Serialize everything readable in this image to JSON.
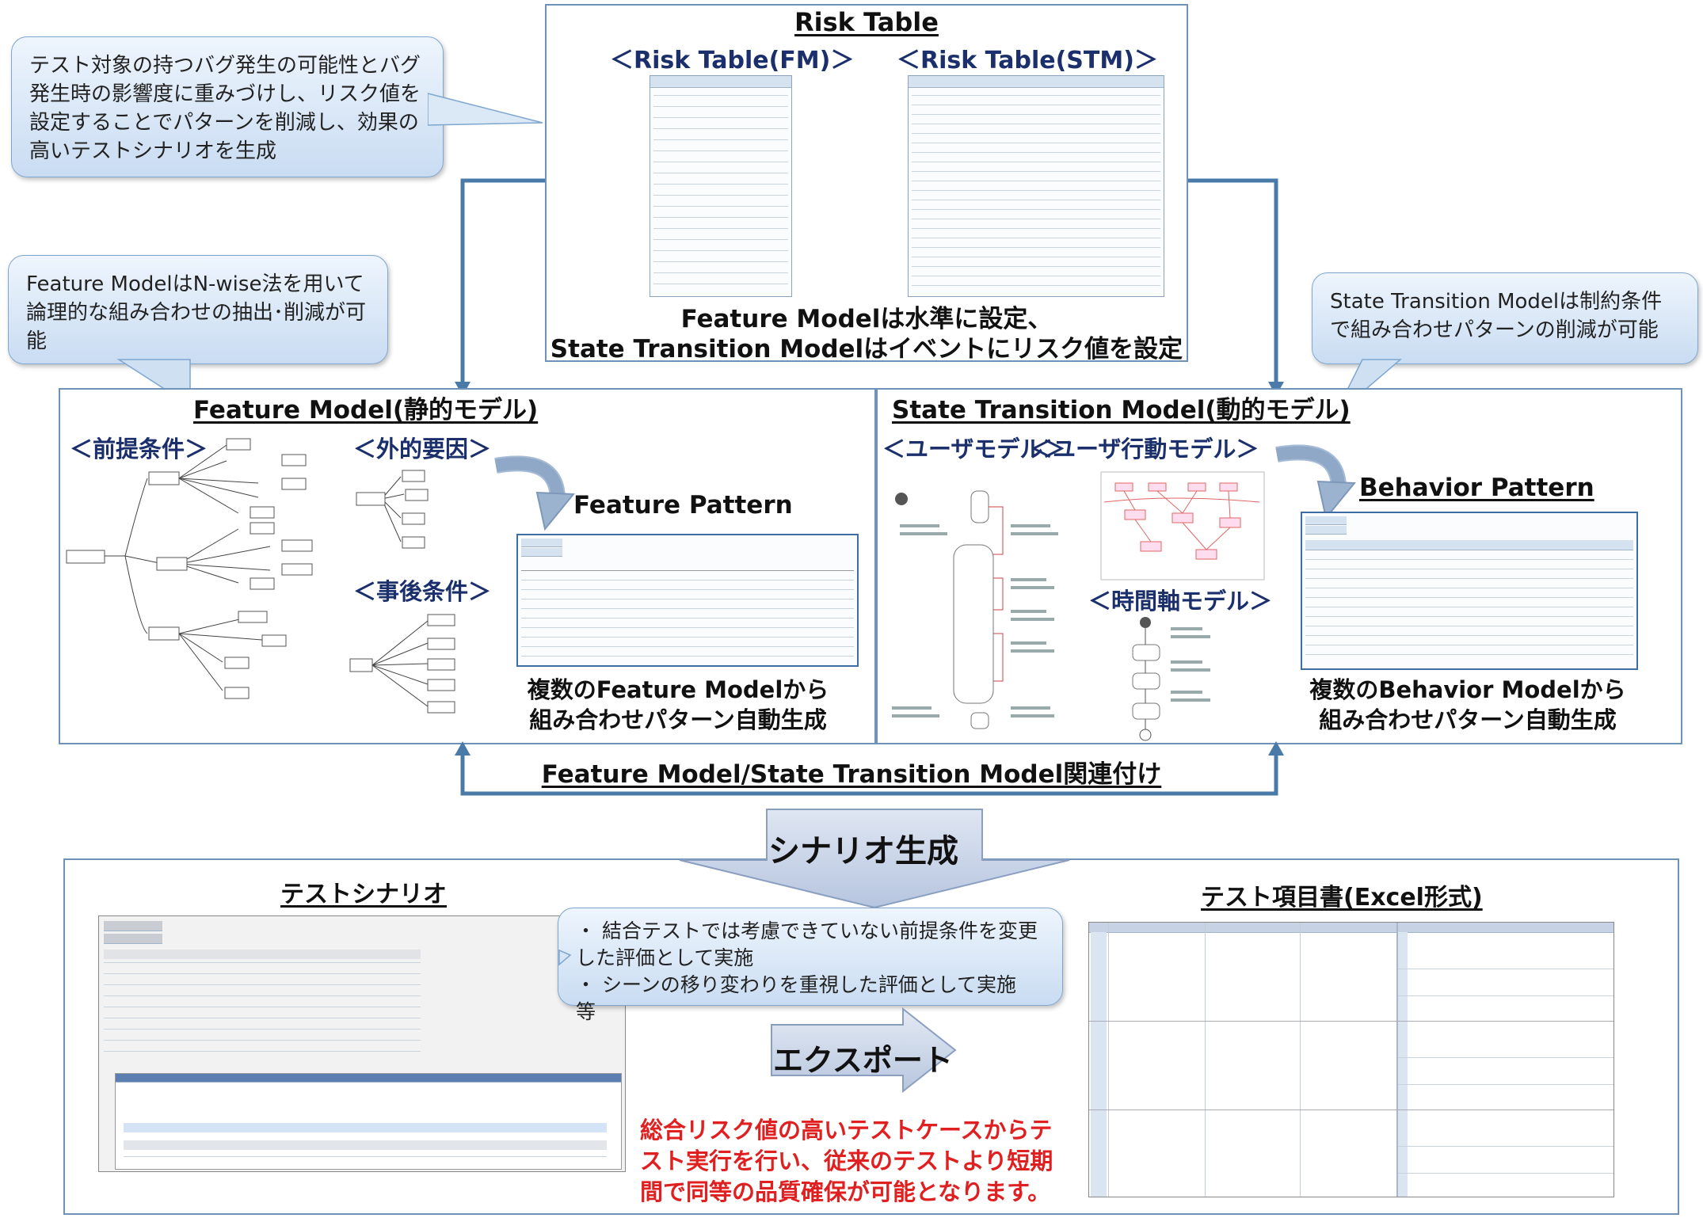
{
  "risk_table": {
    "title": "Risk Table",
    "fm_label": "＜Risk Table(FM)＞",
    "stm_label": "＜Risk Table(STM)＞",
    "caption_line1": "Feature Modelは水準に設定、",
    "caption_line2": "State Transition Modelはイベントにリスク値を設定"
  },
  "bubbles": {
    "top_left": "テスト対象の持つバグ発生の可能性とバグ発生時の影響度に重みづけし、リスク値を設定することでパターンを削減し、効果の高いテストシナリオを生成",
    "mid_left": "Feature ModelはN-wise法を用いて論理的な組み合わせの抽出･削減が可能",
    "mid_right": "State Transition Modelは制約条件で組み合わせパターンの削減が可能",
    "bottom": "・ 結合テストでは考慮できていない前提条件を変更した評価として実施\n・ シーンの移り変わりを重視した評価として実施　等"
  },
  "feature_model": {
    "title": "Feature Model(静的モデル)",
    "sub_precondition": "＜前提条件＞",
    "sub_external": "＜外的要因＞",
    "sub_postcondition": "＜事後条件＞",
    "pattern_title": "Feature Pattern",
    "caption_line1": "複数のFeature Modelから",
    "caption_line2": "組み合わせパターン自動生成"
  },
  "state_model": {
    "title": "State Transition Model(動的モデル)",
    "sub_user": "＜ユーザモデル＞",
    "sub_user_action": "＜ユーザ行動モデル＞",
    "sub_time": "＜時間軸モデル＞",
    "pattern_title": "Behavior Pattern",
    "caption_line1": "複数のBehavior Modelから",
    "caption_line2": "組み合わせパターン自動生成"
  },
  "relation_label": "Feature Model/State Transition Model関連付け",
  "scenario_gen_label": "シナリオ生成",
  "bottom": {
    "test_scenario_title": "テストシナリオ",
    "test_items_title": "テスト項目書(Excel形式)",
    "export_label": "エクスポート",
    "conclusion": "総合リスク値の高いテストケースからテスト実行を行い、従来のテストより短期間で同等の品質確保が可能となります。"
  },
  "colors": {
    "panel_border": "#6f93b8",
    "arrow": "#4a7aa8",
    "accent_text": "#1a2f6b",
    "red_text": "#e02020",
    "bubble_fill": "#c9dcf2"
  }
}
